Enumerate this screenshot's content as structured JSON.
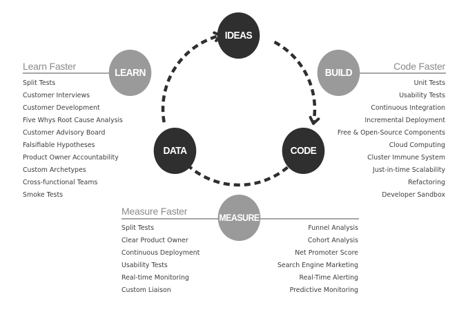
{
  "colors": {
    "dark_node": "#2f2f2f",
    "gray_node": "#9a9a9a",
    "rule": "#a5a5a5",
    "header_text": "#8a8a8a",
    "item_text": "#3c3c3c",
    "arrow": "#2f2f2f"
  },
  "cycle": {
    "nodes": [
      {
        "id": "ideas",
        "label": "IDEAS"
      },
      {
        "id": "code",
        "label": "CODE"
      },
      {
        "id": "data",
        "label": "DATA"
      }
    ],
    "arrows": [
      {
        "from": "IDEAS",
        "to": "CODE"
      },
      {
        "from": "CODE",
        "to": "DATA"
      },
      {
        "from": "DATA",
        "to": "IDEAS"
      }
    ]
  },
  "learn": {
    "node_label": "LEARN",
    "header": "Learn Faster",
    "items": [
      "Split Tests",
      "Customer Interviews",
      "Customer Development",
      "Five Whys Root Cause Analysis",
      "Customer Advisory Board",
      "Falsifiable Hypotheses",
      "Product Owner Accountability",
      "Custom Archetypes",
      "Cross-functional Teams",
      "Smoke Tests"
    ]
  },
  "build": {
    "node_label": "BUILD",
    "header": "Code Faster",
    "items": [
      "Unit Tests",
      "Usability Tests",
      "Continuous Integration",
      "Incremental Deployment",
      "Free & Open-Source Components",
      "Cloud Computing",
      "Cluster Immune System",
      "Just-in-time Scalability",
      "Refactoring",
      "Developer Sandbox"
    ]
  },
  "measure": {
    "node_label": "MEASURE",
    "header": "Measure Faster",
    "items_left": [
      "Split Tests",
      "Clear Product Owner",
      "Continuous Deployment",
      "Usability Tests",
      "Real-time Monitoring",
      "Custom Liaison"
    ],
    "items_right": [
      "Funnel Analysis",
      "Cohort Analysis",
      "Net Promoter Score",
      "Search Engine Marketing",
      "Real-Time Alerting",
      "Predictive Monitoring"
    ]
  }
}
